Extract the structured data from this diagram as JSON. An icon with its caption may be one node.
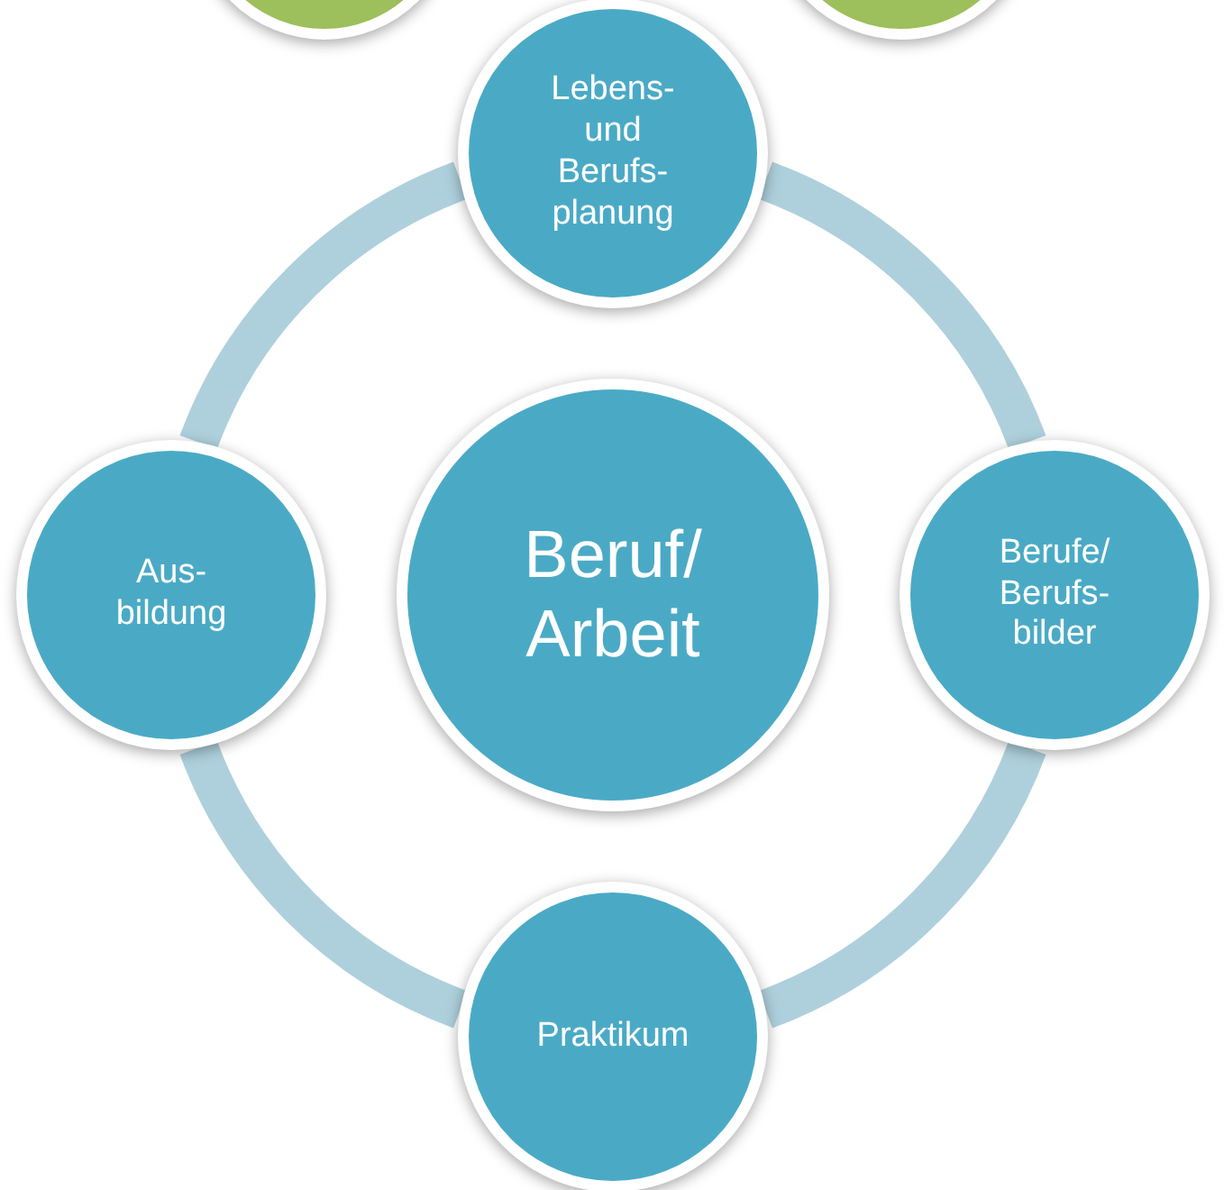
{
  "diagram": {
    "nodes": [
      {
        "text": [],
        "shape": "circle"
      },
      {
        "text": [],
        "shape": "circle"
      },
      {
        "text": [
          "Lebens- und Berufs- planung"
        ]
      },
      {
        "text": [
          "Aus- bildung"
        ]
      },
      {
        "text": [
          "Beruf/ Arbeit"
        ]
      },
      {
        "text": [
          "Berufe/ Berufs- bilder"
        ]
      },
      {
        "text": [
          "Praktikum"
        ]
      }
    ],
    "edges": [
      {
        "from": 2,
        "to": 5,
        "arrow": "none"
      },
      {
        "from": 5,
        "to": 6,
        "arrow": "none"
      },
      {
        "from": 6,
        "to": 3,
        "arrow": "none"
      },
      {
        "from": 3,
        "to": 2,
        "arrow": "none"
      }
    ]
  }
}
